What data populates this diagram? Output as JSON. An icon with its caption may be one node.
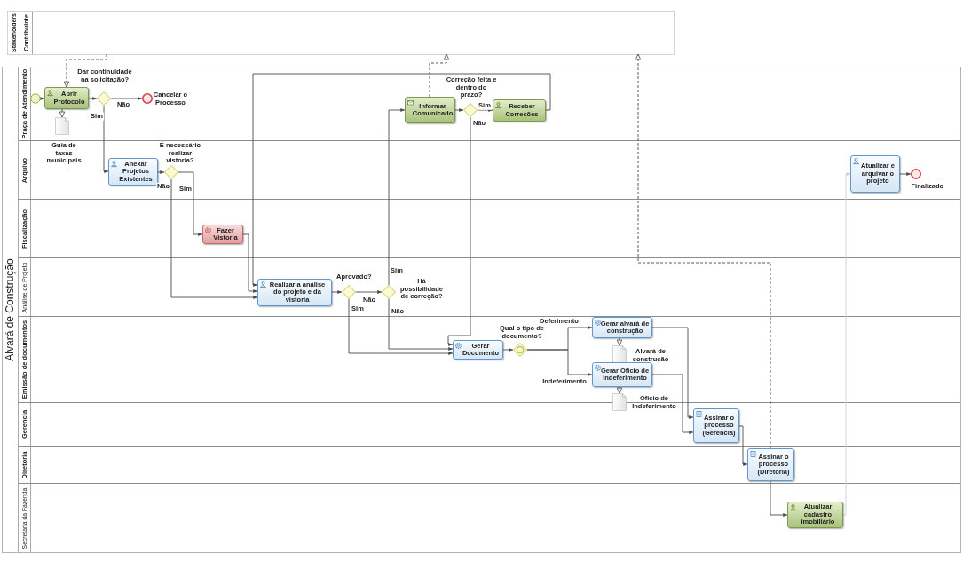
{
  "diagram": {
    "nodes": [
      {
        "text": [
          "Stakeholders"
        ]
      },
      {
        "text": [
          "Contribuinte"
        ],
        "in": 0
      },
      {
        "text": [
          "Alvará de Construção"
        ]
      },
      {
        "text": [
          "Praça de Atendimento"
        ],
        "in": 2
      },
      {
        "text": [
          "Arquivo"
        ],
        "in": 2
      },
      {
        "text": [
          "Fiscalização"
        ],
        "in": 2
      },
      {
        "text": [
          "Análise de Projeto"
        ],
        "in": 2
      },
      {
        "text": [
          "Emissão de documentos"
        ],
        "in": 2
      },
      {
        "text": [
          "Gerencia"
        ],
        "in": 2
      },
      {
        "text": [
          "Diretoria"
        ],
        "in": 2
      },
      {
        "text": [
          "Secretaria da Fazenda"
        ],
        "in": 2
      },
      {
        "text": [],
        "shape": "circle",
        "in": 3
      },
      {
        "text": [
          "Abrir Protocolo"
        ],
        "in": 3
      },
      {
        "text": [],
        "shape": "diamond",
        "in": 3
      },
      {
        "text": [],
        "shape": "circle",
        "beside": [
          "Cancelar o Processo"
        ],
        "in": 3
      },
      {
        "text": [],
        "shape": "document",
        "beside": [
          "Guia de taxas municipais"
        ],
        "in": 3
      },
      {
        "text": [
          "Informar Comunicado"
        ],
        "in": 3
      },
      {
        "text": [],
        "shape": "diamond",
        "in": 3
      },
      {
        "text": [
          "Receber Correções"
        ],
        "in": 3
      },
      {
        "text": [
          "Anexar Projetos Existentes"
        ],
        "in": 4
      },
      {
        "text": [],
        "shape": "diamond",
        "beside": [
          "É necessário realizar vistoria?"
        ],
        "in": 4
      },
      {
        "text": [
          "Atualizar e arquivar o projeto"
        ],
        "in": 4
      },
      {
        "text": [],
        "shape": "circle",
        "beside": [
          "Finalizado"
        ],
        "in": 4
      },
      {
        "text": [
          "Fazer Vistoria"
        ],
        "in": 5
      },
      {
        "text": [
          "Realizar a análise do projeto e da vistoria"
        ],
        "in": 6
      },
      {
        "text": [],
        "shape": "diamond",
        "beside": [
          "Aprovado?"
        ],
        "in": 6
      },
      {
        "text": [],
        "shape": "diamond",
        "beside": [
          "Há possibilidade de correção?"
        ],
        "in": 6
      },
      {
        "text": [
          "Gerar Documento"
        ],
        "in": 7
      },
      {
        "text": [],
        "shape": "diamond",
        "beside": [
          "Qual o tipo de documento?"
        ],
        "in": 7
      },
      {
        "text": [
          "Gerar alvará de construção"
        ],
        "in": 7
      },
      {
        "text": [],
        "shape": "document",
        "in": 7
      },
      {
        "text": [
          "Gerar Ofício de Indeferimento"
        ],
        "in": 7
      },
      {
        "text": [],
        "shape": "document",
        "beside": [
          "Ofício de Indeferimento"
        ],
        "in": 2
      },
      {
        "text": [
          "Assinar o processo (Gerencia)"
        ],
        "in": 8
      },
      {
        "text": [
          "Assinar o processo (Diretoria)"
        ],
        "in": 9
      },
      {
        "text": [
          "Atualizar cadastro imobiliário"
        ],
        "in": 10
      }
    ],
    "edges": [
      {
        "from": 11,
        "to": 12,
        "arrow": "to"
      },
      {
        "from": 12,
        "to": 13,
        "arrow": "to"
      },
      {
        "from": 13,
        "to": 14,
        "arrow": "to",
        "label": "Não"
      },
      {
        "from": 13,
        "to": 19,
        "arrow": "to",
        "label": "Sim"
      },
      {
        "from": 12,
        "to": 15,
        "arrow": "to",
        "style": "dashed"
      },
      {
        "from": 1,
        "to": 12,
        "arrow": "to",
        "style": "dashed"
      },
      {
        "from": 16,
        "to": 17,
        "arrow": "to"
      },
      {
        "from": 17,
        "to": 18,
        "arrow": "to",
        "label": "Sim"
      },
      {
        "from": 17,
        "to": 27,
        "arrow": "to",
        "label": "Não"
      },
      {
        "from": 18,
        "to": 24,
        "arrow": "to"
      },
      {
        "from": 16,
        "to": 1,
        "arrow": "to",
        "style": "dashed"
      },
      {
        "from": 19,
        "to": 20,
        "arrow": "to"
      },
      {
        "from": 20,
        "to": 23,
        "arrow": "to",
        "label": "Sim"
      },
      {
        "from": 20,
        "to": 24,
        "arrow": "to",
        "label": "Não"
      },
      {
        "from": 23,
        "to": 24,
        "arrow": "to"
      },
      {
        "from": 21,
        "to": 22,
        "arrow": "to"
      },
      {
        "from": 24,
        "to": 25,
        "arrow": "to"
      },
      {
        "from": 25,
        "to": 26,
        "arrow": "to",
        "label": "Não"
      },
      {
        "from": 25,
        "to": 27,
        "arrow": "to",
        "label": "Sim"
      },
      {
        "from": 26,
        "to": 16,
        "arrow": "to",
        "label": "Sim"
      },
      {
        "from": 26,
        "to": 27,
        "arrow": "to",
        "label": "Não"
      },
      {
        "from": 27,
        "to": 28,
        "arrow": "to"
      },
      {
        "from": 28,
        "to": 29,
        "arrow": "to",
        "label": "Deferimento"
      },
      {
        "from": 28,
        "to": 31,
        "arrow": "to",
        "label": "Indeferimento"
      },
      {
        "from": 29,
        "to": 30,
        "arrow": "to",
        "style": "dashed"
      },
      {
        "from": 31,
        "to": 32,
        "arrow": "to",
        "style": "dashed"
      },
      {
        "from": 29,
        "to": 33,
        "arrow": "to"
      },
      {
        "from": 31,
        "to": 33,
        "arrow": "to"
      },
      {
        "from": 33,
        "to": 34,
        "arrow": "to"
      },
      {
        "from": 34,
        "to": 35,
        "arrow": "to"
      },
      {
        "from": 34,
        "to": 1,
        "arrow": "to",
        "style": "dashed"
      },
      {
        "from": 35,
        "to": 21,
        "arrow": "to",
        "color": "#d0d0d0"
      }
    ],
    "labels": [
      "Dar continuidade na solicitação?",
      "Correção feita e dentro do prazo?",
      "Alvará de construção"
    ]
  }
}
